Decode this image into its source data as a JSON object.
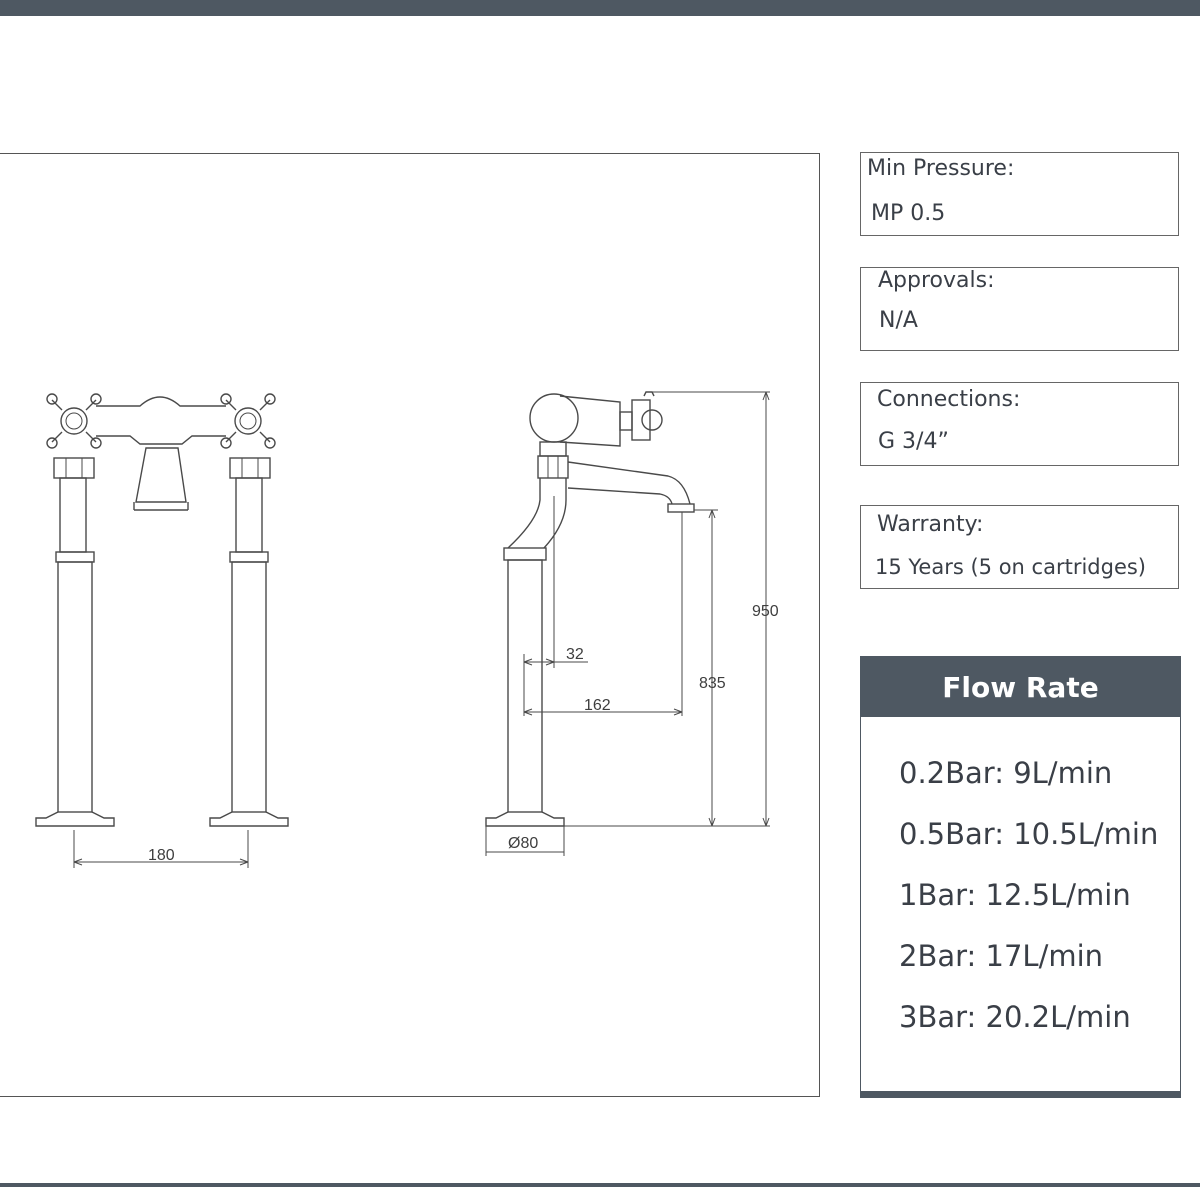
{
  "dimensions": {
    "spacing": "180",
    "base_diameter": "Ø80",
    "offset_small": "32",
    "spout_reach": "162",
    "spout_height": "835",
    "overall_height": "950"
  },
  "specs": {
    "min_pressure": {
      "label": "Min Pressure:",
      "value": "MP 0.5"
    },
    "approvals": {
      "label": "Approvals:",
      "value": "N/A"
    },
    "connections": {
      "label": "Connections:",
      "value": "G 3/4”"
    },
    "warranty": {
      "label": "Warranty:",
      "value": "15 Years (5 on cartridges)"
    }
  },
  "flow_rate": {
    "title": "Flow Rate",
    "items": [
      "0.2Bar: 9L/min",
      "0.5Bar: 10.5L/min",
      "1Bar: 12.5L/min",
      "2Bar: 17L/min",
      "3Bar: 20.2L/min"
    ]
  },
  "colors": {
    "header_bar": "#4e5862",
    "text": "#3a3f47",
    "line": "#4a4a4a"
  }
}
